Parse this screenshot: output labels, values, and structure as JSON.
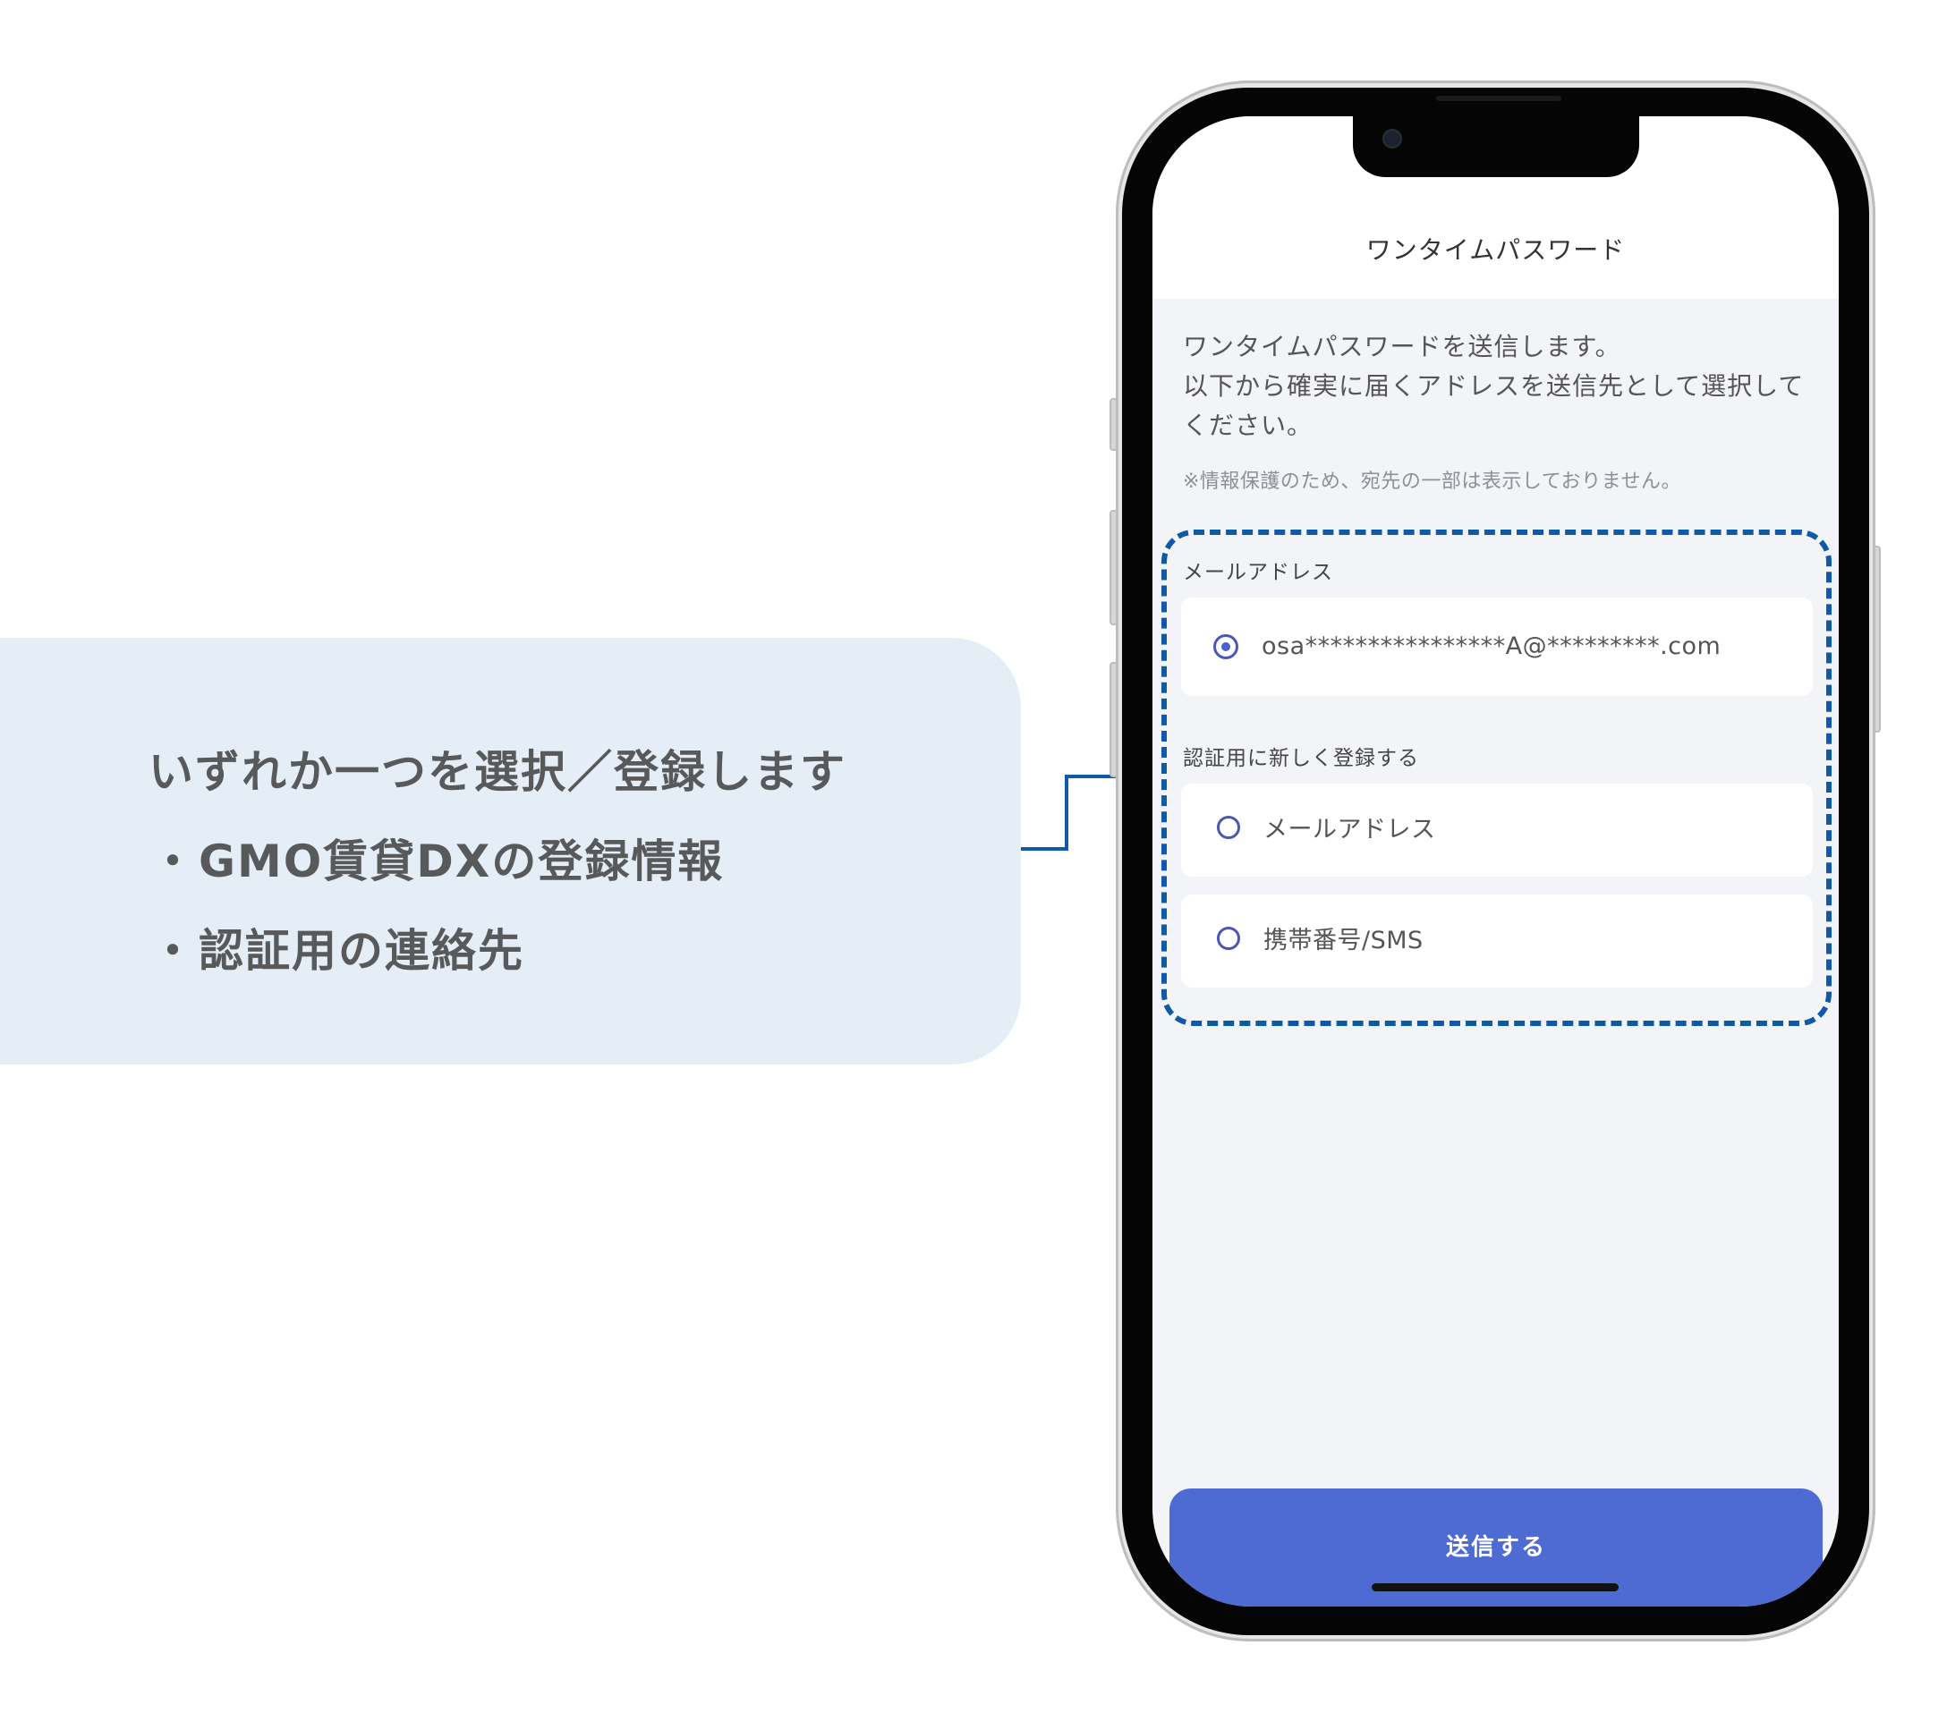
{
  "callout": {
    "heading": "いずれか一つを選択／登録します",
    "bullet": "・",
    "items": [
      "GMO賃貸DXの登録情報",
      "認証用の連絡先"
    ]
  },
  "screen": {
    "title": "ワンタイムパスワード",
    "intro": [
      "ワンタイムパスワードを送信します。",
      "以下から確実に届くアドレスを送信先として選択して",
      "ください。"
    ],
    "note": "※情報保護のため、宛先の一部は表示しておりません。",
    "registered_section_label": "メールアドレス",
    "registered_email": "osa****************A@*********.com",
    "new_section_label": "認証用に新しく登録する",
    "options": [
      {
        "label": "メールアドレス"
      },
      {
        "label": "携帯番号/SMS"
      }
    ],
    "submit_label": "送信する"
  },
  "colors": {
    "accent": "#4e6bd3",
    "highlight_frame": "#0f5aa8",
    "callout_bg": "#e5edf7",
    "radio": "#4b56b8"
  }
}
